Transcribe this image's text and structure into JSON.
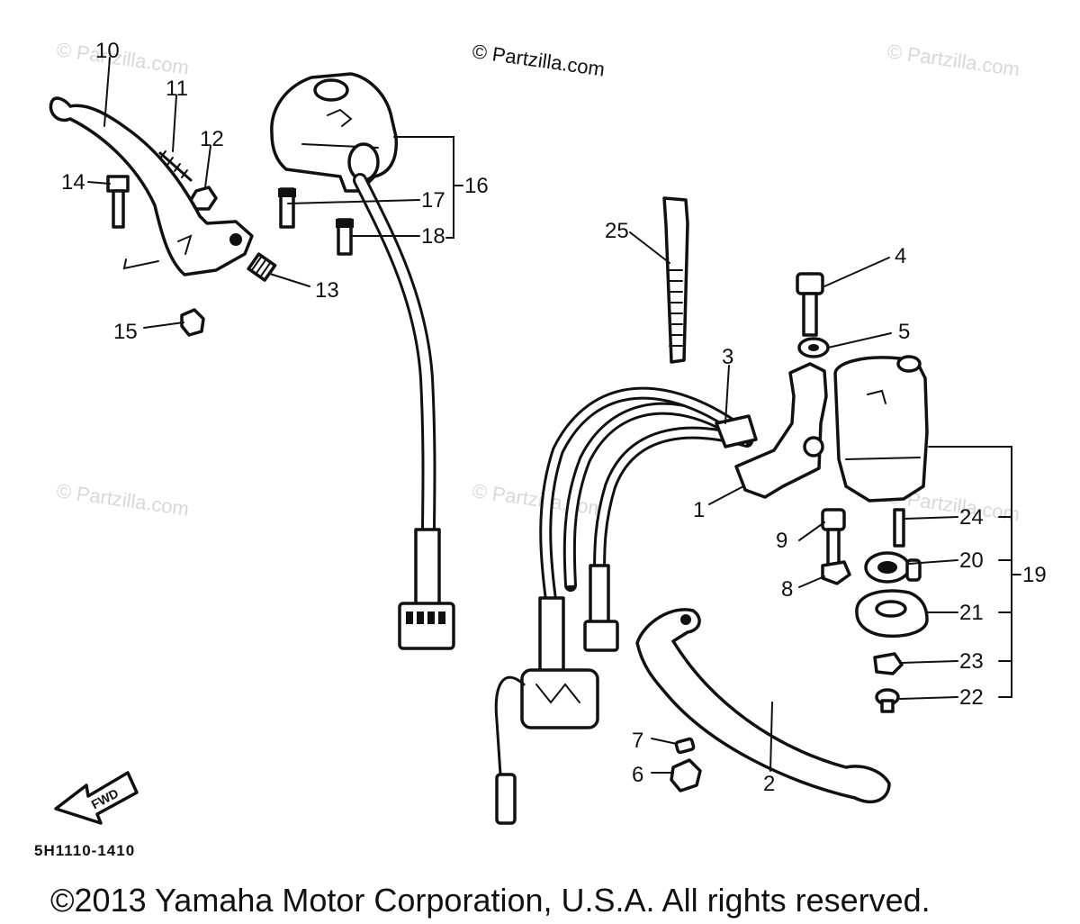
{
  "watermarks": {
    "top_left": "© Partzilla.com",
    "top_center": "© Partzilla.com",
    "top_right": "© Partzilla.com",
    "mid_left": "© Partzilla.com",
    "mid_center": "© Partzilla.com",
    "mid_right": "© Partzilla.com"
  },
  "diagram_code": "5H1110-1410",
  "direction_marker": "FWD",
  "copyright": "©2013 Yamaha Motor Corporation, U.S.A. All rights reserved.",
  "callouts": {
    "n1": "1",
    "n2": "2",
    "n3": "3",
    "n4": "4",
    "n5": "5",
    "n6": "6",
    "n7": "7",
    "n8": "8",
    "n9": "9",
    "n10": "10",
    "n11": "11",
    "n12": "12",
    "n13": "13",
    "n14": "14",
    "n15": "15",
    "n16": "16",
    "n17": "17",
    "n18": "18",
    "n19": "19",
    "n20": "20",
    "n21": "21",
    "n22": "22",
    "n23": "23",
    "n24": "24",
    "n25": "25"
  }
}
